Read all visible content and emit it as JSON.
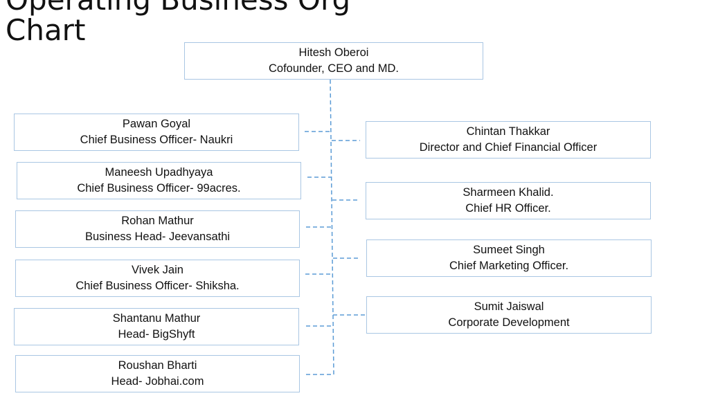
{
  "title": {
    "line1": "Operating Business Org",
    "line2": "Chart"
  },
  "root": {
    "name": "Hitesh Oberoi",
    "role": "Cofounder, CEO and MD."
  },
  "left": [
    {
      "name": "Pawan Goyal",
      "role": "Chief Business Officer- Naukri"
    },
    {
      "name": "Maneesh Upadhyaya",
      "role": "Chief Business Officer- 99acres."
    },
    {
      "name": "Rohan Mathur",
      "role": "Business Head- Jeevansathi"
    },
    {
      "name": "Vivek Jain",
      "role": "Chief Business Officer- Shiksha."
    },
    {
      "name": "Shantanu Mathur",
      "role": "Head- BigShyft"
    },
    {
      "name": "Roushan Bharti",
      "role": "Head- Jobhai.com"
    }
  ],
  "right": [
    {
      "name": "Chintan Thakkar",
      "role": "Director and Chief Financial Officer"
    },
    {
      "name": "Sharmeen Khalid.",
      "role": "Chief HR Officer."
    },
    {
      "name": "Sumeet Singh",
      "role": "Chief Marketing Officer."
    },
    {
      "name": "Sumit Jaiswal",
      "role": "Corporate Development"
    }
  ],
  "colors": {
    "box_border": "#a9c6e3",
    "connector": "#5b9bd5"
  }
}
